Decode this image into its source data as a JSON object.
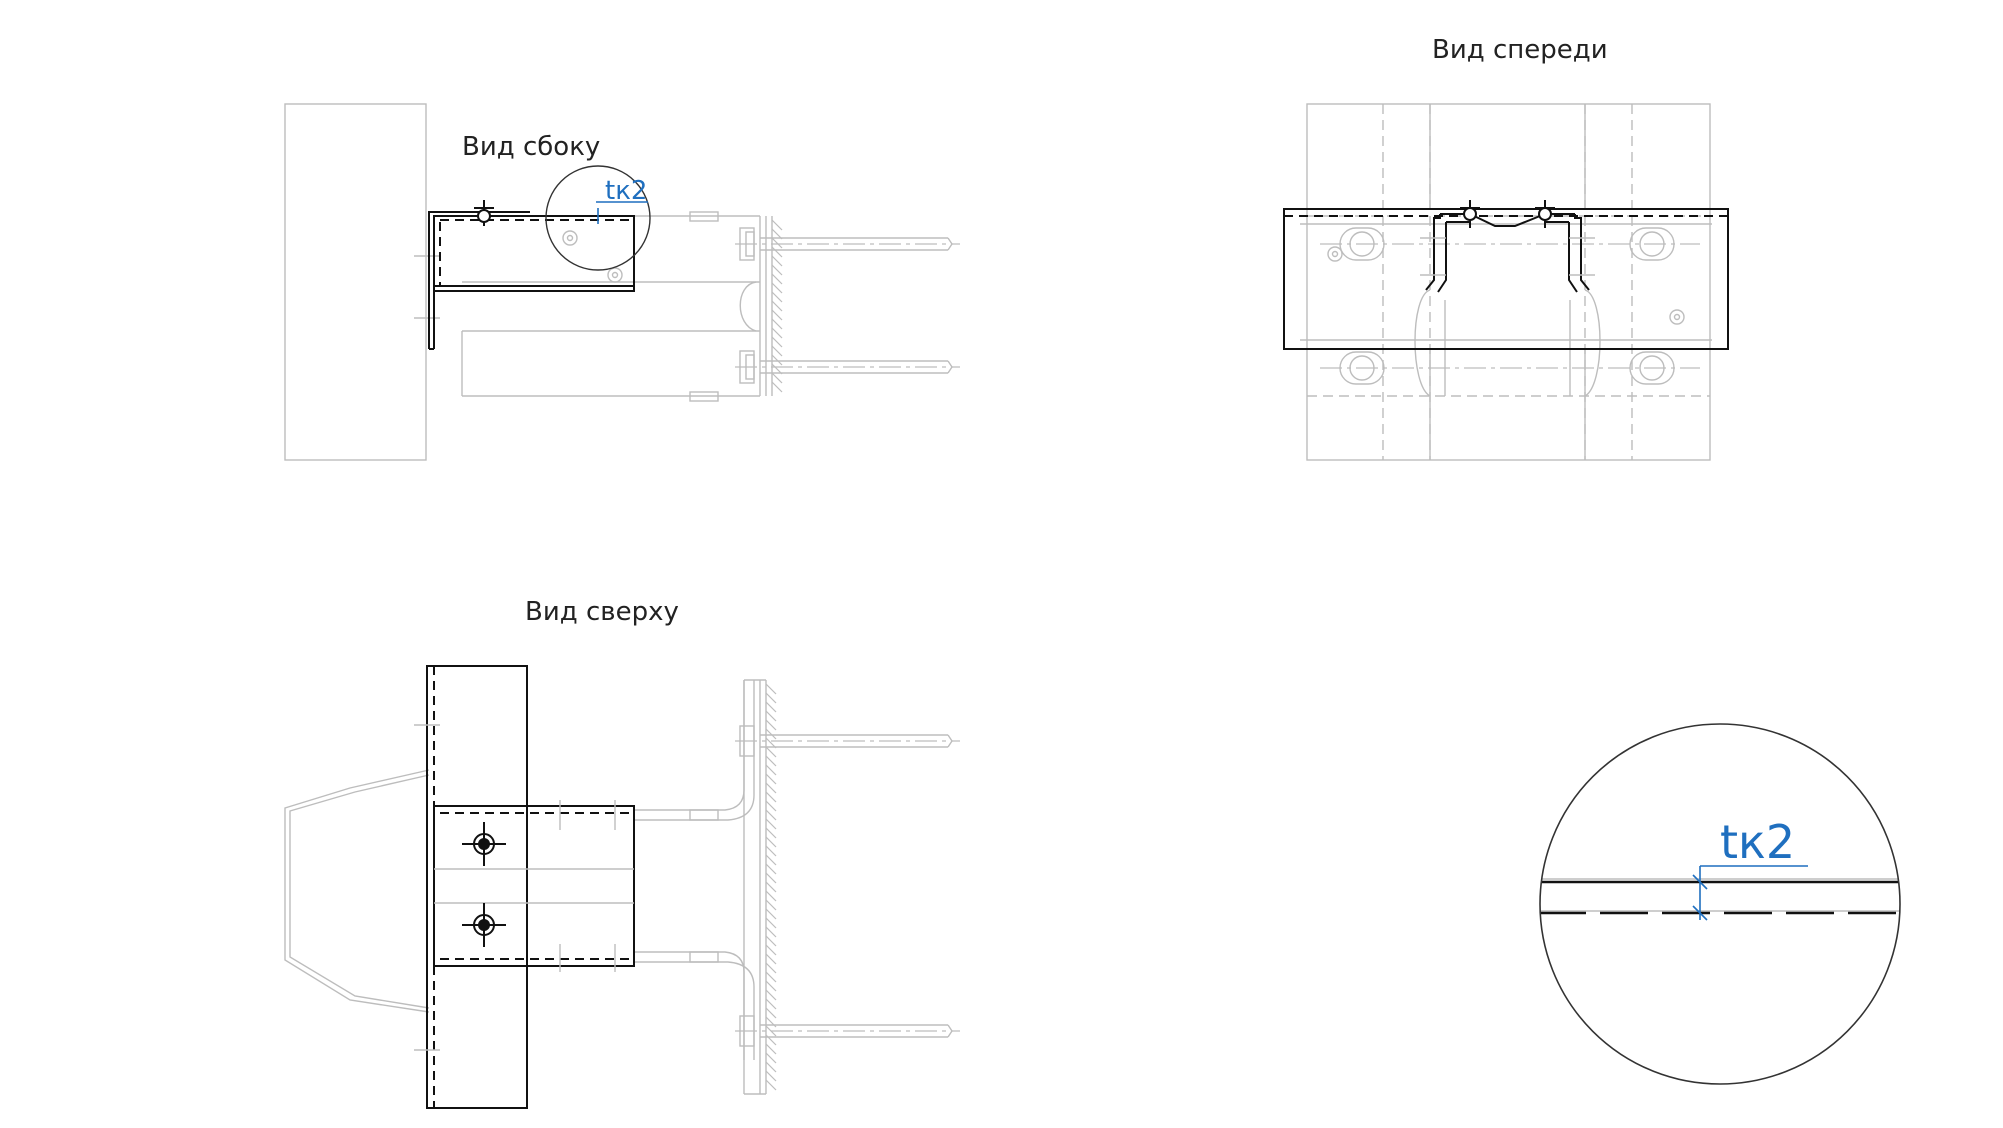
{
  "views": {
    "side": {
      "title": "Вид сбоку",
      "callout": "tк2"
    },
    "front": {
      "title": "Вид спереди"
    },
    "top": {
      "title": "Вид сверху"
    },
    "detail": {
      "callout": "tк2"
    }
  },
  "colors": {
    "outline": "#111111",
    "hidden_context": "#bdbdbd",
    "dimension": "#1f6fbf",
    "background": "#ffffff"
  }
}
